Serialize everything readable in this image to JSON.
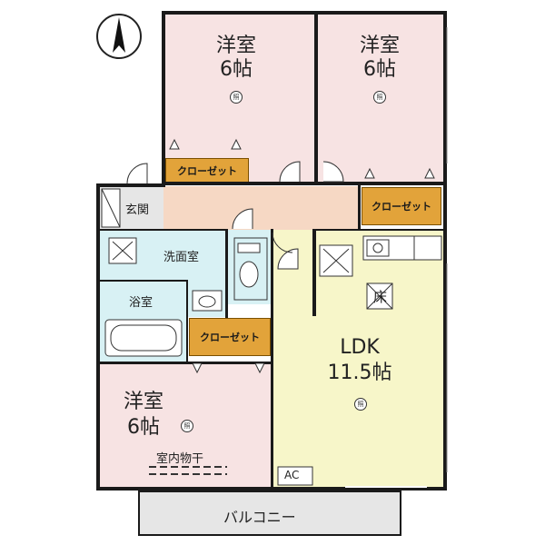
{
  "rooms": {
    "bedroom_top_left": {
      "name": "洋室",
      "size": "6帖"
    },
    "bedroom_top_right": {
      "name": "洋室",
      "size": "6帖"
    },
    "bedroom_bottom_left": {
      "name": "洋室",
      "size": "6帖"
    },
    "ldk": {
      "name": "LDK",
      "size": "11.5帖"
    },
    "entrance": "玄関",
    "washroom": "洗面室",
    "bathroom": "浴室",
    "balcony": "バルコニー"
  },
  "closets": {
    "top_left": "クローゼット",
    "top_right": "クローゼット",
    "middle": "クローゼット"
  },
  "fixtures": {
    "ac": "AC",
    "indoor_drying": "室内物干",
    "floor_heating": "床",
    "light_symbol": "照"
  },
  "colors": {
    "bedroom": "#f7e3e3",
    "hallway": "#f6d8c4",
    "wet_area": "#d8f1f4",
    "ldk": "#f7f6c9",
    "closet": "#e2a33a"
  }
}
